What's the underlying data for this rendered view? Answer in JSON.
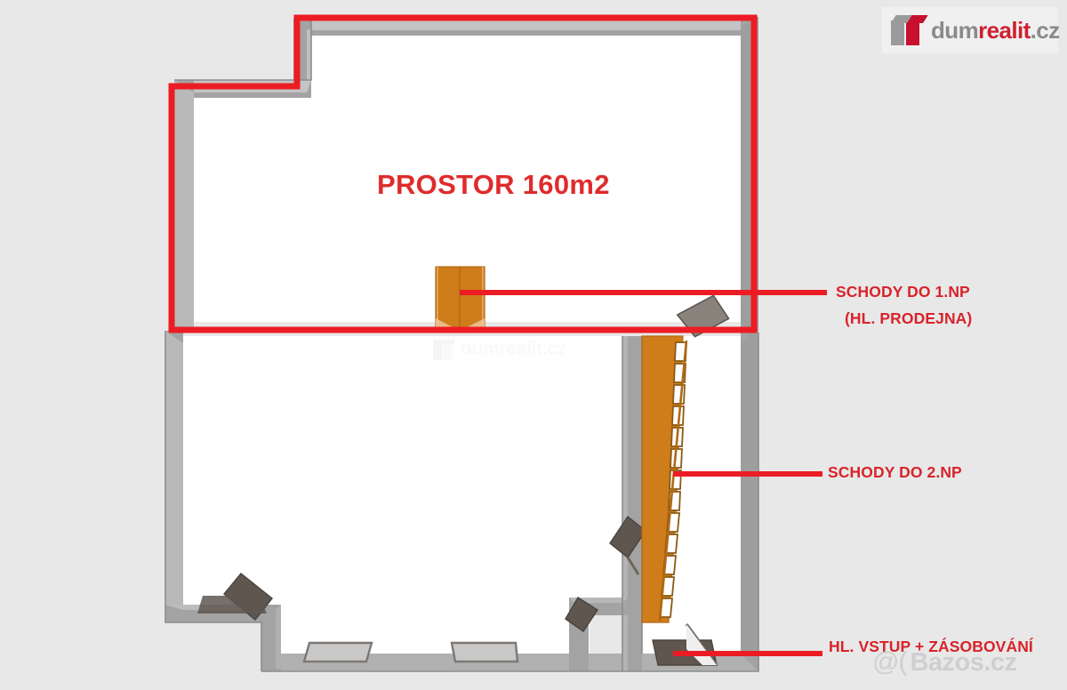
{
  "brand": {
    "logo_alt": "dumrealit.cz",
    "part_gray_1": "dum",
    "part_red": "realit",
    "part_gray_2": ".cz",
    "accent_red": "#cf2030",
    "accent_gray": "#8a8a8a"
  },
  "plan": {
    "area_label": "PROSTOR 160m2",
    "annotations": {
      "stairs_1np": "SCHODY DO 1.NP",
      "stairs_1np_sub": "(HL. PRODEJNA)",
      "stairs_2np": "SCHODY DO 2.NP",
      "main_entrance": "HL. VSTUP + ZÁSOBOVÁNÍ"
    },
    "colors": {
      "background": "#e8e8e8",
      "floor": "#ffffff",
      "wall": "#a3a3a3",
      "wall_shade": "#bcbcbc",
      "wall_outline": "#8c8c8c",
      "highlight_red": "#ec1c24",
      "label_red": "#d8232a",
      "stairs_orange": "#cf7c1a",
      "door_dark": "#5f564f"
    }
  },
  "watermarks": {
    "center": "dumrealit.cz",
    "bottom_right_at": "@(",
    "bottom_right": "Bazos.cz"
  }
}
